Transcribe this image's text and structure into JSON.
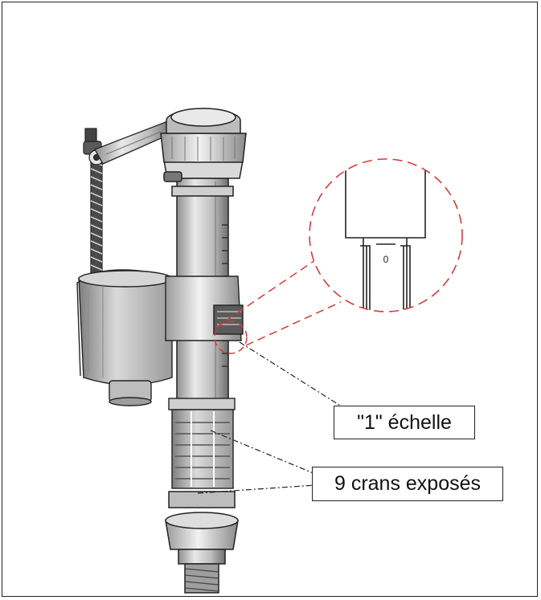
{
  "callouts": {
    "scale_label": "\"1\" échelle",
    "notches_label": "9 crans exposés"
  },
  "zoom_detail": {
    "mark_label": "0"
  },
  "colors": {
    "outline": "#222222",
    "highlight": "#d63a3a",
    "body_gray": "#b9b9b9",
    "light_gray": "#e4e4e4"
  }
}
